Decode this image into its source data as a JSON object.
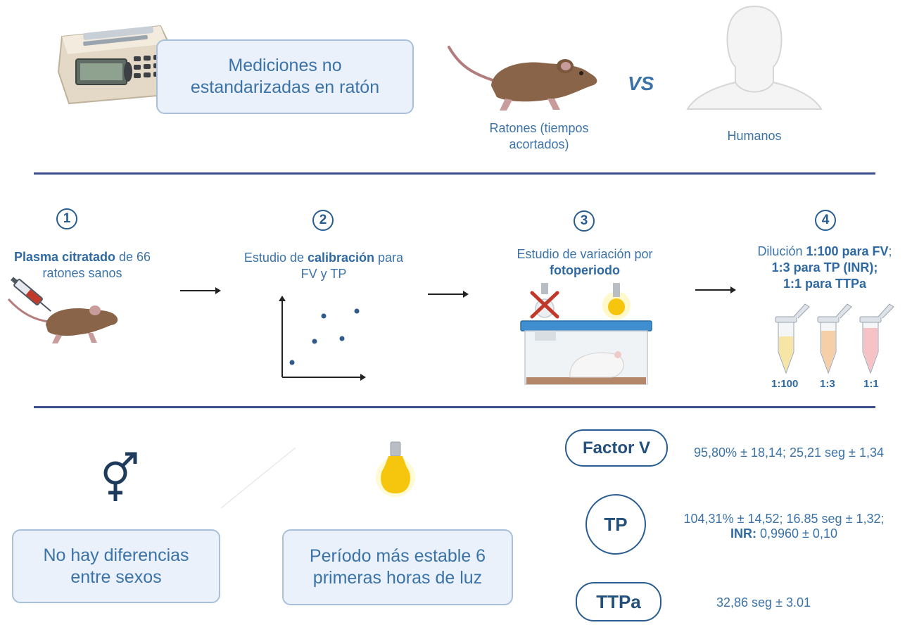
{
  "top": {
    "box_text": "Mediciones no estandarizadas en ratón",
    "vs": "VS",
    "mouse_label": "Ratones (tiempos acortados)",
    "human_label": "Humanos"
  },
  "steps": [
    {
      "number": "1",
      "bold": "Plasma citratado",
      "rest": " de 66 ratones sanos"
    },
    {
      "number": "2",
      "pre": "Estudio de ",
      "bold": "calibración",
      "post": " para FV y TP"
    },
    {
      "number": "3",
      "pre": "Estudio de variación por ",
      "bold": "fotoperiodo"
    },
    {
      "number": "4",
      "pre": "Dilución ",
      "bold": "1:100 para FV",
      "post": ";",
      "line2": "1:3 para TP (INR);",
      "line3": "1:1 para TTPa"
    }
  ],
  "dilutions": [
    "1:100",
    "1:3",
    "1:1"
  ],
  "bottom": {
    "sex_box": "No hay diferencias entre sexos",
    "light_box": "Período más estable 6 primeras horas de luz"
  },
  "results": [
    {
      "label": "Factor V",
      "value": "95,80% ± 18,14; 25,21 seg ± 1,34"
    },
    {
      "label": "TP",
      "value": "104,31% ± 14,52; 16.85 seg ± 1,32;",
      "inr_label": "INR:",
      "inr_value": " 0,9960 ± 0,10"
    },
    {
      "label": "TTPa",
      "value": "32,86 seg ± 3.01"
    }
  ],
  "colors": {
    "accent": "#2a5d8f",
    "text": "#3b73a8",
    "rule": "#3d4e8c",
    "box_fill": "#eaf1fa",
    "box_border": "#a9c0da"
  }
}
